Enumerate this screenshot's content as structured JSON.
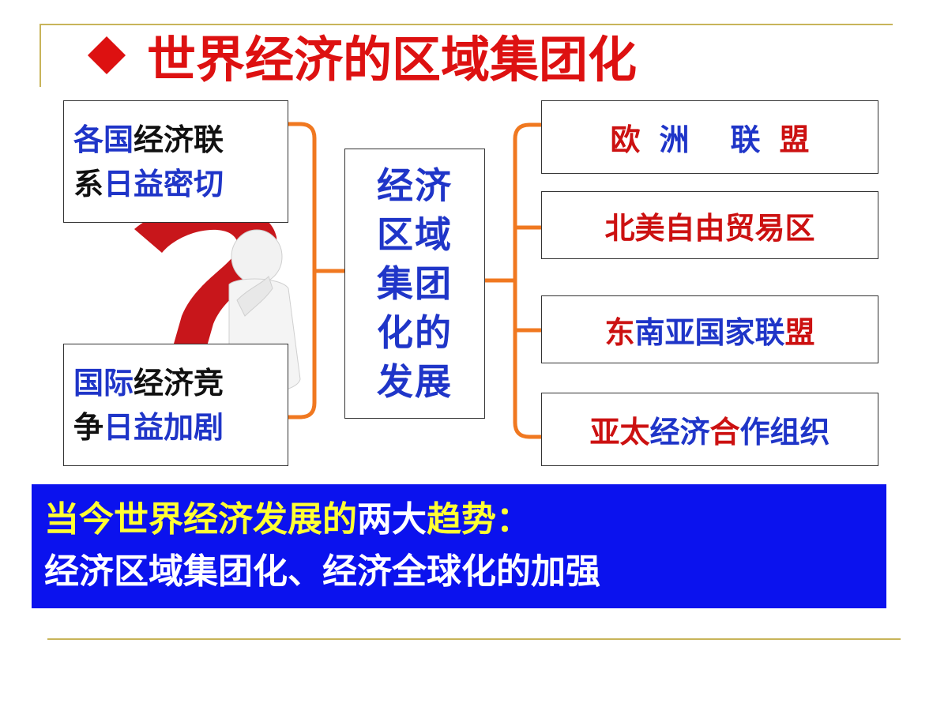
{
  "title": "世界经济的区域集团化",
  "center_box": {
    "text": "经济区域集团化的发展"
  },
  "left_boxes": [
    {
      "segments": [
        {
          "text": "各国",
          "color": "blue"
        },
        {
          "text": "经济联",
          "color": "black"
        },
        {
          "text": "系",
          "color": "black"
        },
        {
          "text": "日益密切",
          "color": "blue"
        }
      ]
    },
    {
      "segments": [
        {
          "text": "国际",
          "color": "blue"
        },
        {
          "text": "经济竞",
          "color": "black"
        },
        {
          "text": "争",
          "color": "black"
        },
        {
          "text": "日益加剧",
          "color": "blue"
        }
      ]
    }
  ],
  "right_boxes": [
    {
      "segments": [
        {
          "text": "欧",
          "color": "red"
        },
        {
          "text": "洲",
          "color": "blue"
        },
        {
          "text": "联",
          "color": "blue"
        },
        {
          "text": "盟",
          "color": "red"
        }
      ]
    },
    {
      "segments": [
        {
          "text": "北美自由贸易区",
          "color": "red"
        }
      ]
    },
    {
      "segments": [
        {
          "text": "东",
          "color": "red"
        },
        {
          "text": "南亚国家联",
          "color": "blue"
        },
        {
          "text": "盟",
          "color": "red"
        }
      ]
    },
    {
      "segments": [
        {
          "text": "亚太",
          "color": "red"
        },
        {
          "text": "经济",
          "color": "blue"
        },
        {
          "text": "合",
          "color": "red"
        },
        {
          "text": "作组织",
          "color": "blue"
        }
      ]
    }
  ],
  "banner": {
    "line1": [
      {
        "text": "当今世界经济发展的",
        "color": "yellow"
      },
      {
        "text": "两大",
        "color": "white"
      },
      {
        "text": "趋势：",
        "color": "yellow"
      }
    ],
    "line2": [
      {
        "text": "经济区域集团化、经济全球化的加强",
        "color": "white"
      }
    ]
  },
  "colors": {
    "title_red": "#dd1111",
    "text_blue": "#1f35c8",
    "text_red": "#cc1111",
    "bracket_orange": "#f07820",
    "banner_blue": "#0b12ee",
    "banner_yellow": "#ffff33",
    "rule_gold": "#c8b45a"
  },
  "icons": {
    "bullet": "red-diamond-icon",
    "illustration": "thinking-figure-question-mark-icon"
  }
}
